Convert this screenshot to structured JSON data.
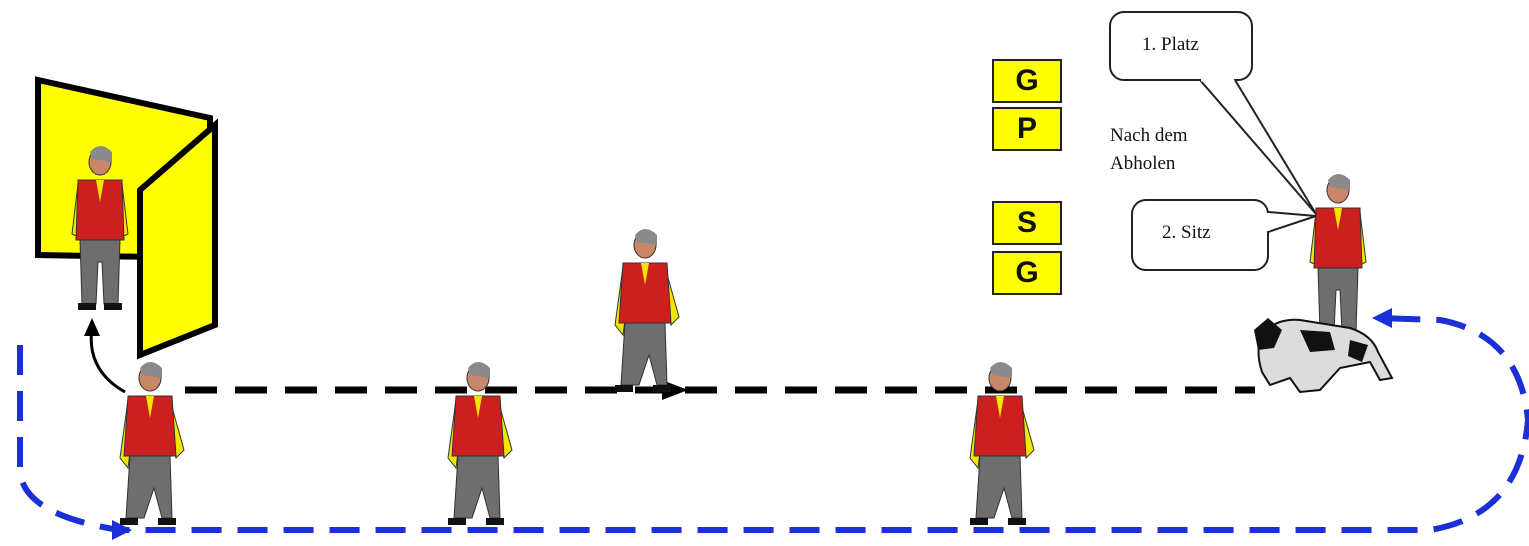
{
  "signs": {
    "g1": "G",
    "p": "P",
    "s": "S",
    "g2": "G"
  },
  "callouts": {
    "first": "1. Platz",
    "second": "2. Sitz"
  },
  "note": {
    "line1": "Nach dem",
    "line2": "Abholen"
  },
  "colors": {
    "hide": "#ffff00",
    "vest": "#cc1f1f",
    "sleeve": "#f2e600",
    "trousers": "#6e6e6e",
    "path_black": "#000000",
    "path_blue": "#1a2fd6"
  }
}
